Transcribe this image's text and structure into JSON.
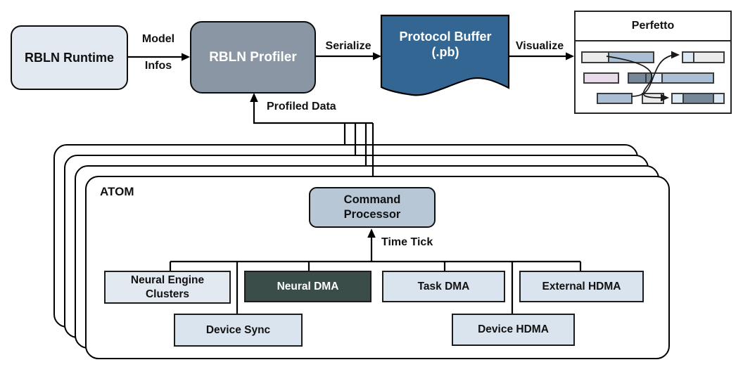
{
  "pipeline": {
    "runtime_label": "RBLN Runtime",
    "edge_model_infos_line1": "Model",
    "edge_model_infos_line2": "Infos",
    "profiler_label": "RBLN Profiler",
    "edge_serialize": "Serialize",
    "protobuf_line1": "Protocol Buffer",
    "protobuf_line2": "(.pb)",
    "edge_visualize": "Visualize",
    "edge_profiled_data": "Profiled Data",
    "perfetto_title": "Perfetto"
  },
  "atom": {
    "card_label": "ATOM",
    "stacked_cards": 4,
    "command_processor_line1": "Command",
    "command_processor_line2": "Processor",
    "edge_time_tick": "Time Tick",
    "components": [
      {
        "label": "Neural Engine Clusters"
      },
      {
        "label": "Neural DMA"
      },
      {
        "label": "Task DMA"
      },
      {
        "label": "External HDMA"
      },
      {
        "label": "Device Sync"
      },
      {
        "label": "Device HDMA"
      }
    ]
  },
  "colors": {
    "box_light": "#e2e9f1",
    "box_blue": "#d9e4ee",
    "profiler_grey": "#8a96a3",
    "protobuf_blue": "#336693",
    "neural_dma_dark": "#3b4d49",
    "command_processor": "#b7c7d6",
    "bar_light_grey": "#e9ebed",
    "bar_blue_grey": "#aabfd3",
    "bar_light_blue": "#dbe7f3",
    "bar_pink": "#e8dcea",
    "bar_dark": "#76879a",
    "line": "#000000"
  }
}
